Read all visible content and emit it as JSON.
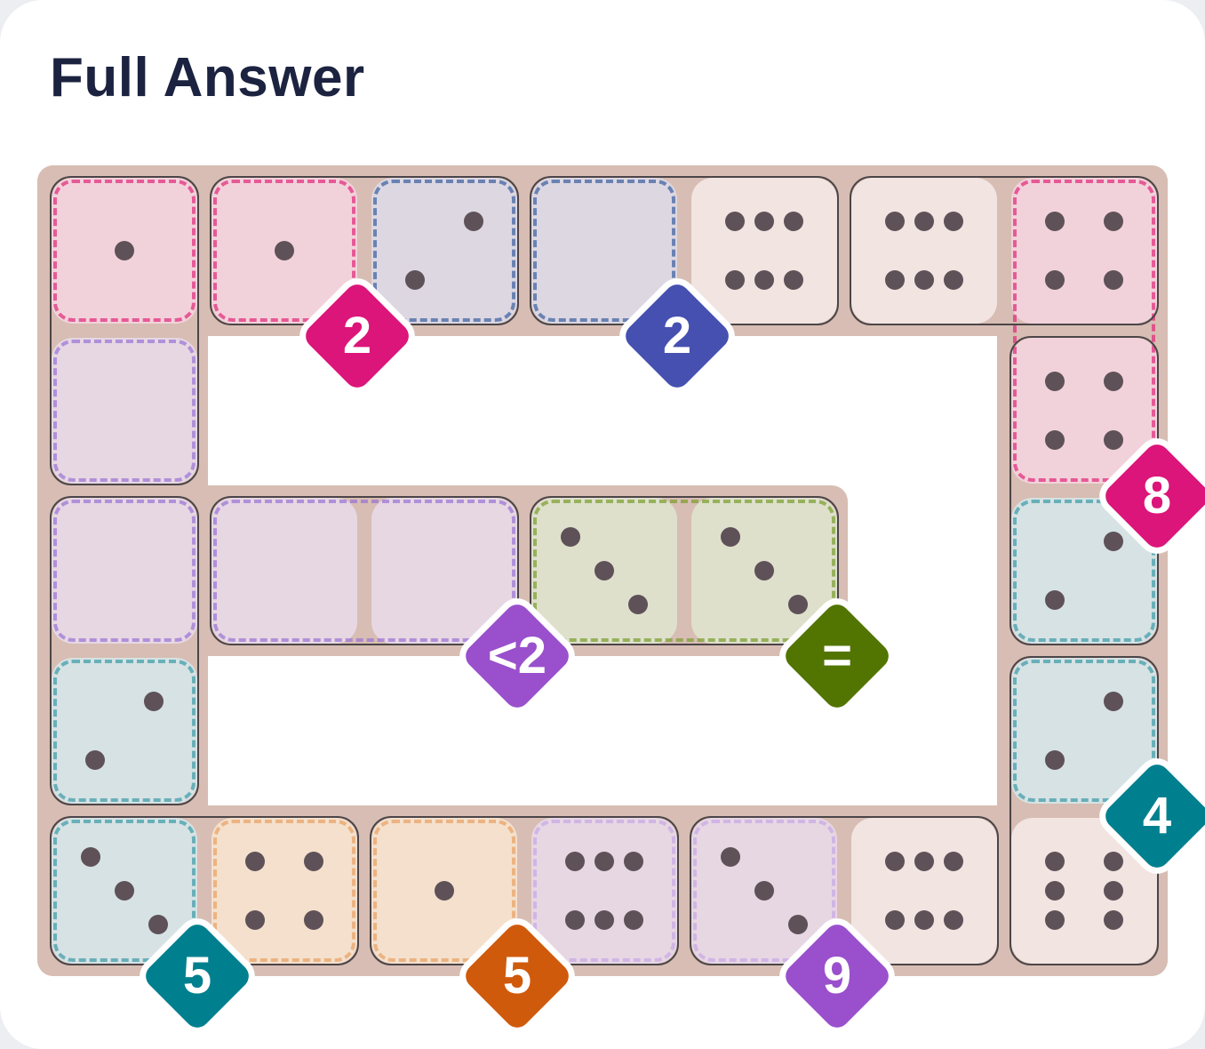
{
  "title": "Full Answer",
  "palette": {
    "board": "#d7bdb3",
    "pip": "#5e5158",
    "domino_outline": "#4c4548"
  },
  "regions": [
    {
      "id": "r1",
      "color": "#e0287a"
    },
    {
      "id": "r2",
      "color": "#3b5fa0"
    },
    {
      "id": "r3",
      "color": "#9a73d6"
    },
    {
      "id": "r4",
      "color": "#7a9e2e"
    },
    {
      "id": "r5",
      "color": "#3b9aa8"
    },
    {
      "id": "r6",
      "color": "#e9a063"
    },
    {
      "id": "r7",
      "color": "#c7a7e6"
    }
  ],
  "cells": [
    {
      "row": 0,
      "col": 0,
      "pips": 1,
      "fill": 1
    },
    {
      "row": 0,
      "col": 1,
      "pips": 1,
      "fill": 1
    },
    {
      "row": 0,
      "col": 2,
      "pips": 2,
      "fill": 2
    },
    {
      "row": 0,
      "col": 3,
      "pips": 0,
      "fill": 2
    },
    {
      "row": 0,
      "col": 4,
      "pips": 6,
      "fill": 0
    },
    {
      "row": 0,
      "col": 5,
      "pips": 6,
      "fill": 0
    },
    {
      "row": 0,
      "col": 6,
      "pips": 4,
      "fill": 1
    },
    {
      "row": 1,
      "col": 0,
      "pips": 0,
      "fill": 3
    },
    {
      "row": 1,
      "col": 6,
      "pips": 4,
      "fill": 1
    },
    {
      "row": 2,
      "col": 0,
      "pips": 0,
      "fill": 3
    },
    {
      "row": 2,
      "col": 1,
      "pips": 0,
      "fill": 3
    },
    {
      "row": 2,
      "col": 2,
      "pips": 0,
      "fill": 3
    },
    {
      "row": 2,
      "col": 3,
      "pips": 3,
      "fill": 4
    },
    {
      "row": 2,
      "col": 4,
      "pips": 3,
      "fill": 4
    },
    {
      "row": 2,
      "col": 6,
      "pips": 2,
      "fill": 5
    },
    {
      "row": 3,
      "col": 0,
      "pips": 2,
      "fill": 5
    },
    {
      "row": 3,
      "col": 6,
      "pips": 2,
      "fill": 5
    },
    {
      "row": 4,
      "col": 0,
      "pips": 3,
      "fill": 5
    },
    {
      "row": 4,
      "col": 1,
      "pips": 4,
      "fill": 6
    },
    {
      "row": 4,
      "col": 2,
      "pips": 1,
      "fill": 6
    },
    {
      "row": 4,
      "col": 3,
      "pips": 6,
      "fill": 3
    },
    {
      "row": 4,
      "col": 4,
      "pips": 3,
      "fill": 3
    },
    {
      "row": 4,
      "col": 5,
      "pips": 6,
      "fill": 0
    },
    {
      "row": 4,
      "col": 6,
      "pips": 6,
      "fill": 0
    }
  ],
  "region_outlines": [
    {
      "region": "r1",
      "row": 0,
      "col": 0,
      "rows": 1,
      "cols": 1
    },
    {
      "region": "r1",
      "row": 0,
      "col": 1,
      "rows": 1,
      "cols": 1
    },
    {
      "region": "r2",
      "row": 0,
      "col": 2,
      "rows": 1,
      "cols": 1
    },
    {
      "region": "r2",
      "row": 0,
      "col": 3,
      "rows": 1,
      "cols": 1
    },
    {
      "region": "r1",
      "row": 0,
      "col": 6,
      "rows": 2,
      "cols": 1
    },
    {
      "region": "r3",
      "row": 1,
      "col": 0,
      "rows": 1,
      "cols": 1
    },
    {
      "region": "r3",
      "row": 2,
      "col": 0,
      "rows": 1,
      "cols": 1
    },
    {
      "region": "r3",
      "row": 2,
      "col": 1,
      "rows": 1,
      "cols": 2
    },
    {
      "region": "r4",
      "row": 2,
      "col": 3,
      "rows": 1,
      "cols": 2
    },
    {
      "region": "r5",
      "row": 2,
      "col": 6,
      "rows": 1,
      "cols": 1
    },
    {
      "region": "r5",
      "row": 3,
      "col": 6,
      "rows": 1,
      "cols": 1
    },
    {
      "region": "r5",
      "row": 3,
      "col": 0,
      "rows": 1,
      "cols": 1
    },
    {
      "region": "r5",
      "row": 4,
      "col": 0,
      "rows": 1,
      "cols": 1
    },
    {
      "region": "r6",
      "row": 4,
      "col": 1,
      "rows": 1,
      "cols": 1
    },
    {
      "region": "r6",
      "row": 4,
      "col": 2,
      "rows": 1,
      "cols": 1
    },
    {
      "region": "r7",
      "row": 4,
      "col": 3,
      "rows": 1,
      "cols": 1
    },
    {
      "region": "r7",
      "row": 4,
      "col": 4,
      "rows": 1,
      "cols": 1
    }
  ],
  "dominoes": [
    {
      "row": 0,
      "col": 0,
      "rows": 2,
      "cols": 1
    },
    {
      "row": 0,
      "col": 1,
      "rows": 1,
      "cols": 2
    },
    {
      "row": 0,
      "col": 3,
      "rows": 1,
      "cols": 2
    },
    {
      "row": 0,
      "col": 5,
      "rows": 1,
      "cols": 2
    },
    {
      "row": 1,
      "col": 6,
      "rows": 2,
      "cols": 1
    },
    {
      "row": 2,
      "col": 0,
      "rows": 2,
      "cols": 1
    },
    {
      "row": 2,
      "col": 1,
      "rows": 1,
      "cols": 2
    },
    {
      "row": 2,
      "col": 3,
      "rows": 1,
      "cols": 2
    },
    {
      "row": 3,
      "col": 6,
      "rows": 2,
      "cols": 1
    },
    {
      "row": 4,
      "col": 0,
      "rows": 1,
      "cols": 2
    },
    {
      "row": 4,
      "col": 2,
      "rows": 1,
      "cols": 2
    },
    {
      "row": 4,
      "col": 4,
      "rows": 1,
      "cols": 2
    }
  ],
  "badges": [
    {
      "label": "2",
      "color": "#dc157a",
      "cell_row": 0,
      "cell_col": 1
    },
    {
      "label": "2",
      "color": "#4650b0",
      "cell_row": 0,
      "cell_col": 3
    },
    {
      "label": "8",
      "color": "#dc157a",
      "cell_row": 1,
      "cell_col": 6
    },
    {
      "label": "<2",
      "color": "#9a50cc",
      "cell_row": 2,
      "cell_col": 2
    },
    {
      "label": "=",
      "color": "#527400",
      "cell_row": 2,
      "cell_col": 4
    },
    {
      "label": "4",
      "color": "#00808f",
      "cell_row": 3,
      "cell_col": 6
    },
    {
      "label": "5",
      "color": "#00808f",
      "cell_row": 4,
      "cell_col": 0
    },
    {
      "label": "5",
      "color": "#d05a0c",
      "cell_row": 4,
      "cell_col": 2
    },
    {
      "label": "9",
      "color": "#9a50cc",
      "cell_row": 4,
      "cell_col": 4
    }
  ]
}
